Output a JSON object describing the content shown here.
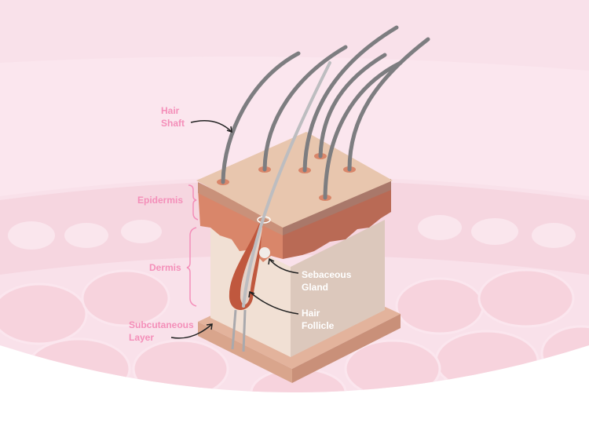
{
  "labels": {
    "hair_shaft": [
      "Hair",
      "Shaft"
    ],
    "epidermis": "Epidermis",
    "dermis": "Dermis",
    "subcutaneous": [
      "Subcutaneous",
      "Layer"
    ],
    "sebaceous": [
      "Sebaceous",
      "Gland"
    ],
    "follicle": [
      "Hair",
      "Follicle"
    ]
  },
  "colors": {
    "background": "#f9e1ea",
    "label_pink": "#f48fb9",
    "skin_top": "#e8c6ae",
    "epidermis": "#d9866a",
    "dermis": "#efdccf",
    "hair": "#7d7d80"
  }
}
